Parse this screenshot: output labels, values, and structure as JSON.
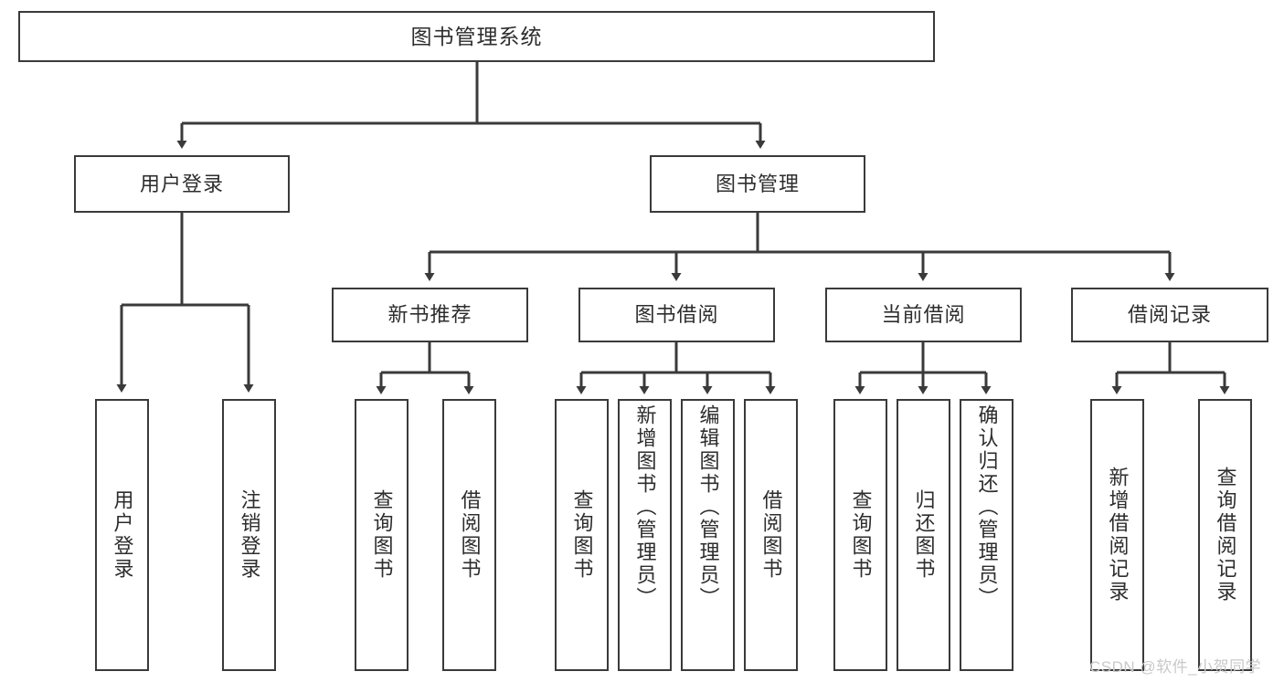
{
  "diagram": {
    "title": "图书管理系统",
    "type": "tree",
    "line_color": "#3a3a3a",
    "box_fill": "#ffffff",
    "text_color": "#2d2d2d",
    "watermark": "CSDN @软件_小贺同学"
  },
  "nodes": {
    "root": {
      "label": "图书管理系统",
      "level": 1
    },
    "l2": [
      {
        "label": "用户登录",
        "level": 2
      },
      {
        "label": "图书管理",
        "level": 2
      }
    ],
    "l3": [
      {
        "label": "新书推荐",
        "level": 3
      },
      {
        "label": "图书借阅",
        "level": 3
      },
      {
        "label": "当前借阅",
        "level": 3
      },
      {
        "label": "借阅记录",
        "level": 3
      }
    ],
    "leaves_login": [
      {
        "label": "用户登录"
      },
      {
        "label": "注销登录"
      }
    ],
    "leaves_newbook": [
      {
        "label": "查询图书"
      },
      {
        "label": "借阅图书"
      }
    ],
    "leaves_borrow": [
      {
        "label": "查询图书"
      },
      {
        "label": "新增图书（管理员）"
      },
      {
        "label": "编辑图书（管理员）"
      },
      {
        "label": "借阅图书"
      }
    ],
    "leaves_current": [
      {
        "label": "查询图书"
      },
      {
        "label": "归还图书"
      },
      {
        "label": "确认归还（管理员）"
      }
    ],
    "leaves_record": [
      {
        "label": "新增借阅记录"
      },
      {
        "label": "查询借阅记录"
      }
    ]
  }
}
